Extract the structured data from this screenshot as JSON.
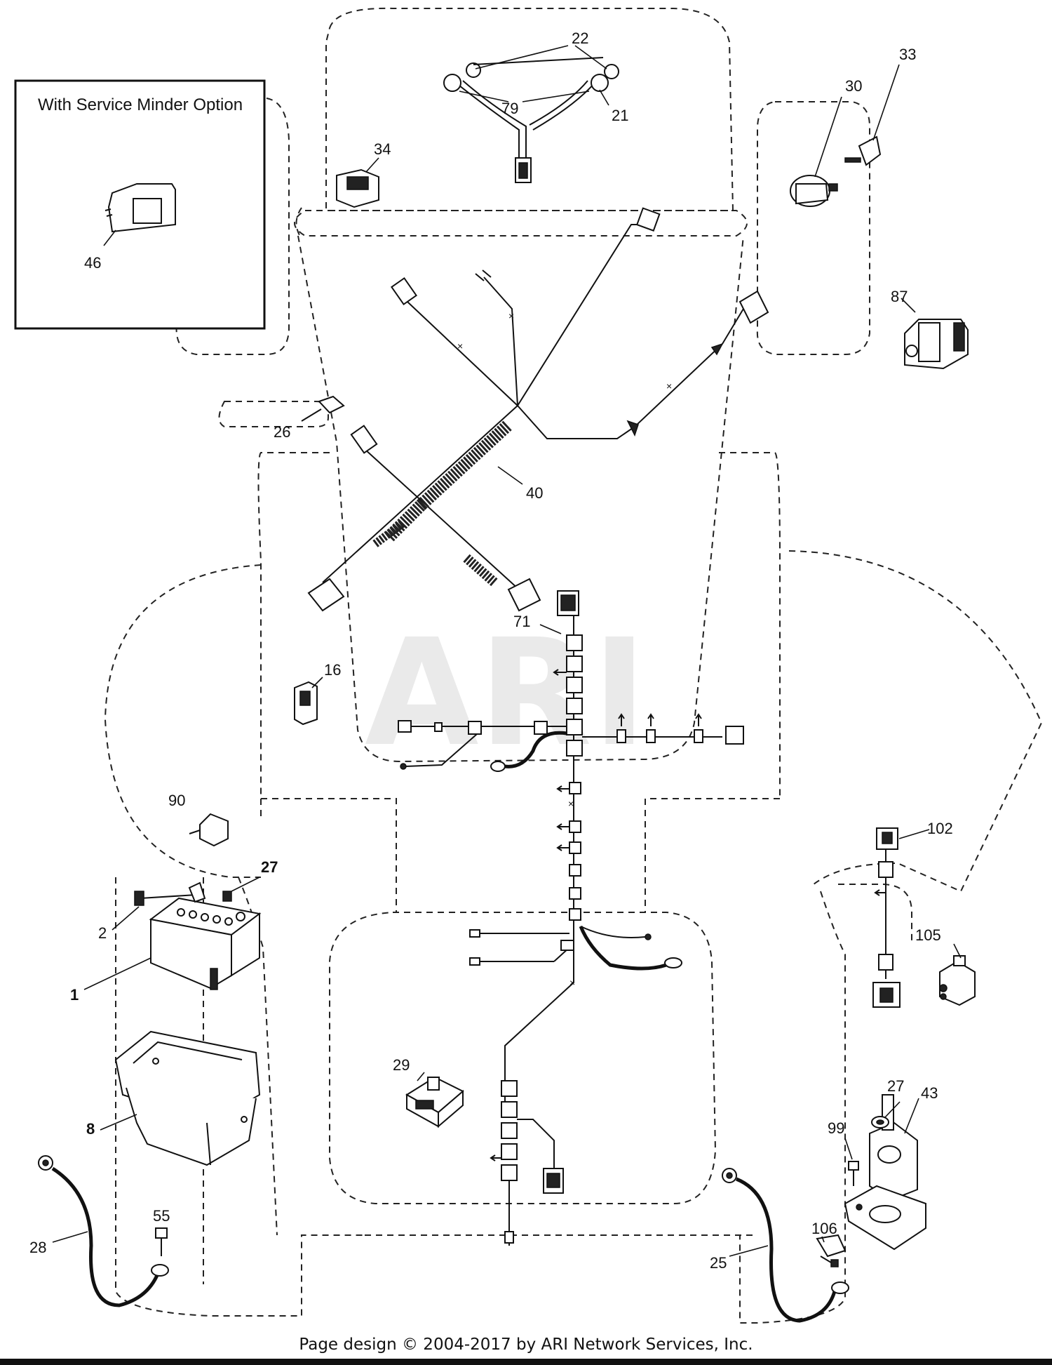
{
  "option_box": {
    "title": "With Service Minder Option"
  },
  "watermark": "ARI",
  "labels": {
    "p1": "1",
    "p2": "2",
    "p8": "8",
    "p16": "16",
    "p21": "21",
    "p22": "22",
    "p25": "25",
    "p26": "26",
    "p27_top": "27",
    "p27_bottom": "27",
    "p28": "28",
    "p29": "29",
    "p30": "30",
    "p33": "33",
    "p34": "34",
    "p40": "40",
    "p43": "43",
    "p46": "46",
    "p55": "55",
    "p71": "71",
    "p79": "79",
    "p87": "87",
    "p90": "90",
    "p99": "99",
    "p102": "102",
    "p105": "105",
    "p106": "106"
  },
  "footer": "Page design © 2004-2017 by ARI Network Services, Inc."
}
